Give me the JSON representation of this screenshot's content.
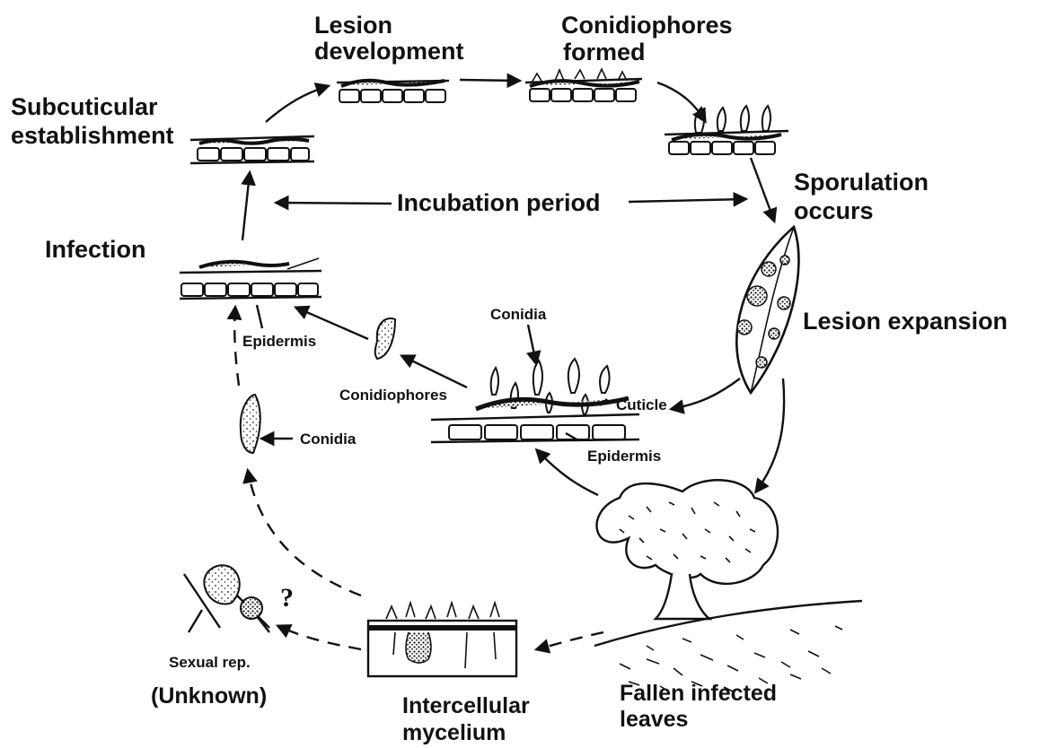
{
  "stages": {
    "subcuticular": [
      "Subcuticular",
      "establishment"
    ],
    "lesion_development": [
      "Lesion",
      "development"
    ],
    "conidiophores_formed": [
      "Conidiophores",
      "formed"
    ],
    "sporulation": [
      "Sporulation",
      "occurs"
    ],
    "incubation": "Incubation period",
    "infection": "Infection",
    "lesion_expansion": "Lesion expansion",
    "fallen_leaves": [
      "Fallen infected",
      "leaves"
    ],
    "intercellular": [
      "Intercellular",
      "mycelium"
    ],
    "sexual_small": "Sexual rep.",
    "sexual_big": "(Unknown)",
    "question": "?"
  },
  "center": {
    "conidia_top": "Conidia",
    "conidiophores": "Conidiophores",
    "cuticle": "Cuticle",
    "epidermis": "Epidermis"
  },
  "left": {
    "epidermis": "Epidermis",
    "conidia": "Conidia"
  }
}
